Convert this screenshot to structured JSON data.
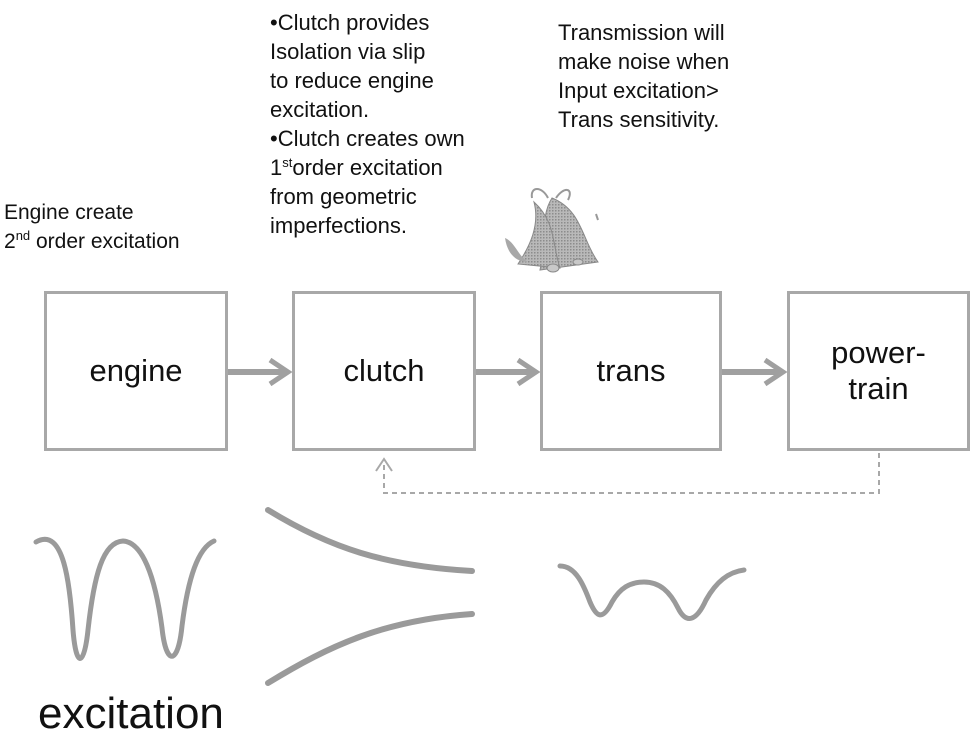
{
  "notes": {
    "engine": {
      "line1": "Engine create",
      "line2_num": "2",
      "line2_sup": "nd",
      "line2_rest": " order excitation"
    },
    "clutch": {
      "line1": "•Clutch provides",
      "line2": "Isolation via slip",
      "line3": "to reduce engine",
      "line4": "excitation.",
      "line5": "•Clutch creates own",
      "line6_num": "1",
      "line6_sup": "st",
      "line6_rest": "order excitation",
      "line7": "from geometric",
      "line8": "imperfections."
    },
    "transmission": {
      "line1": "Transmission will",
      "line2": "make noise when",
      "line3": "Input excitation>",
      "line4": "Trans sensitivity."
    }
  },
  "blocks": {
    "engine": "engine",
    "clutch": "clutch",
    "trans": "trans",
    "powertrain": "power-train"
  },
  "caption": "excitation",
  "icons": {
    "bells": "bells-icon"
  },
  "colors": {
    "box_border": "#a8a8a8",
    "arrow": "#a0a0a0",
    "wave": "#9a9a9a",
    "text": "#111111"
  }
}
